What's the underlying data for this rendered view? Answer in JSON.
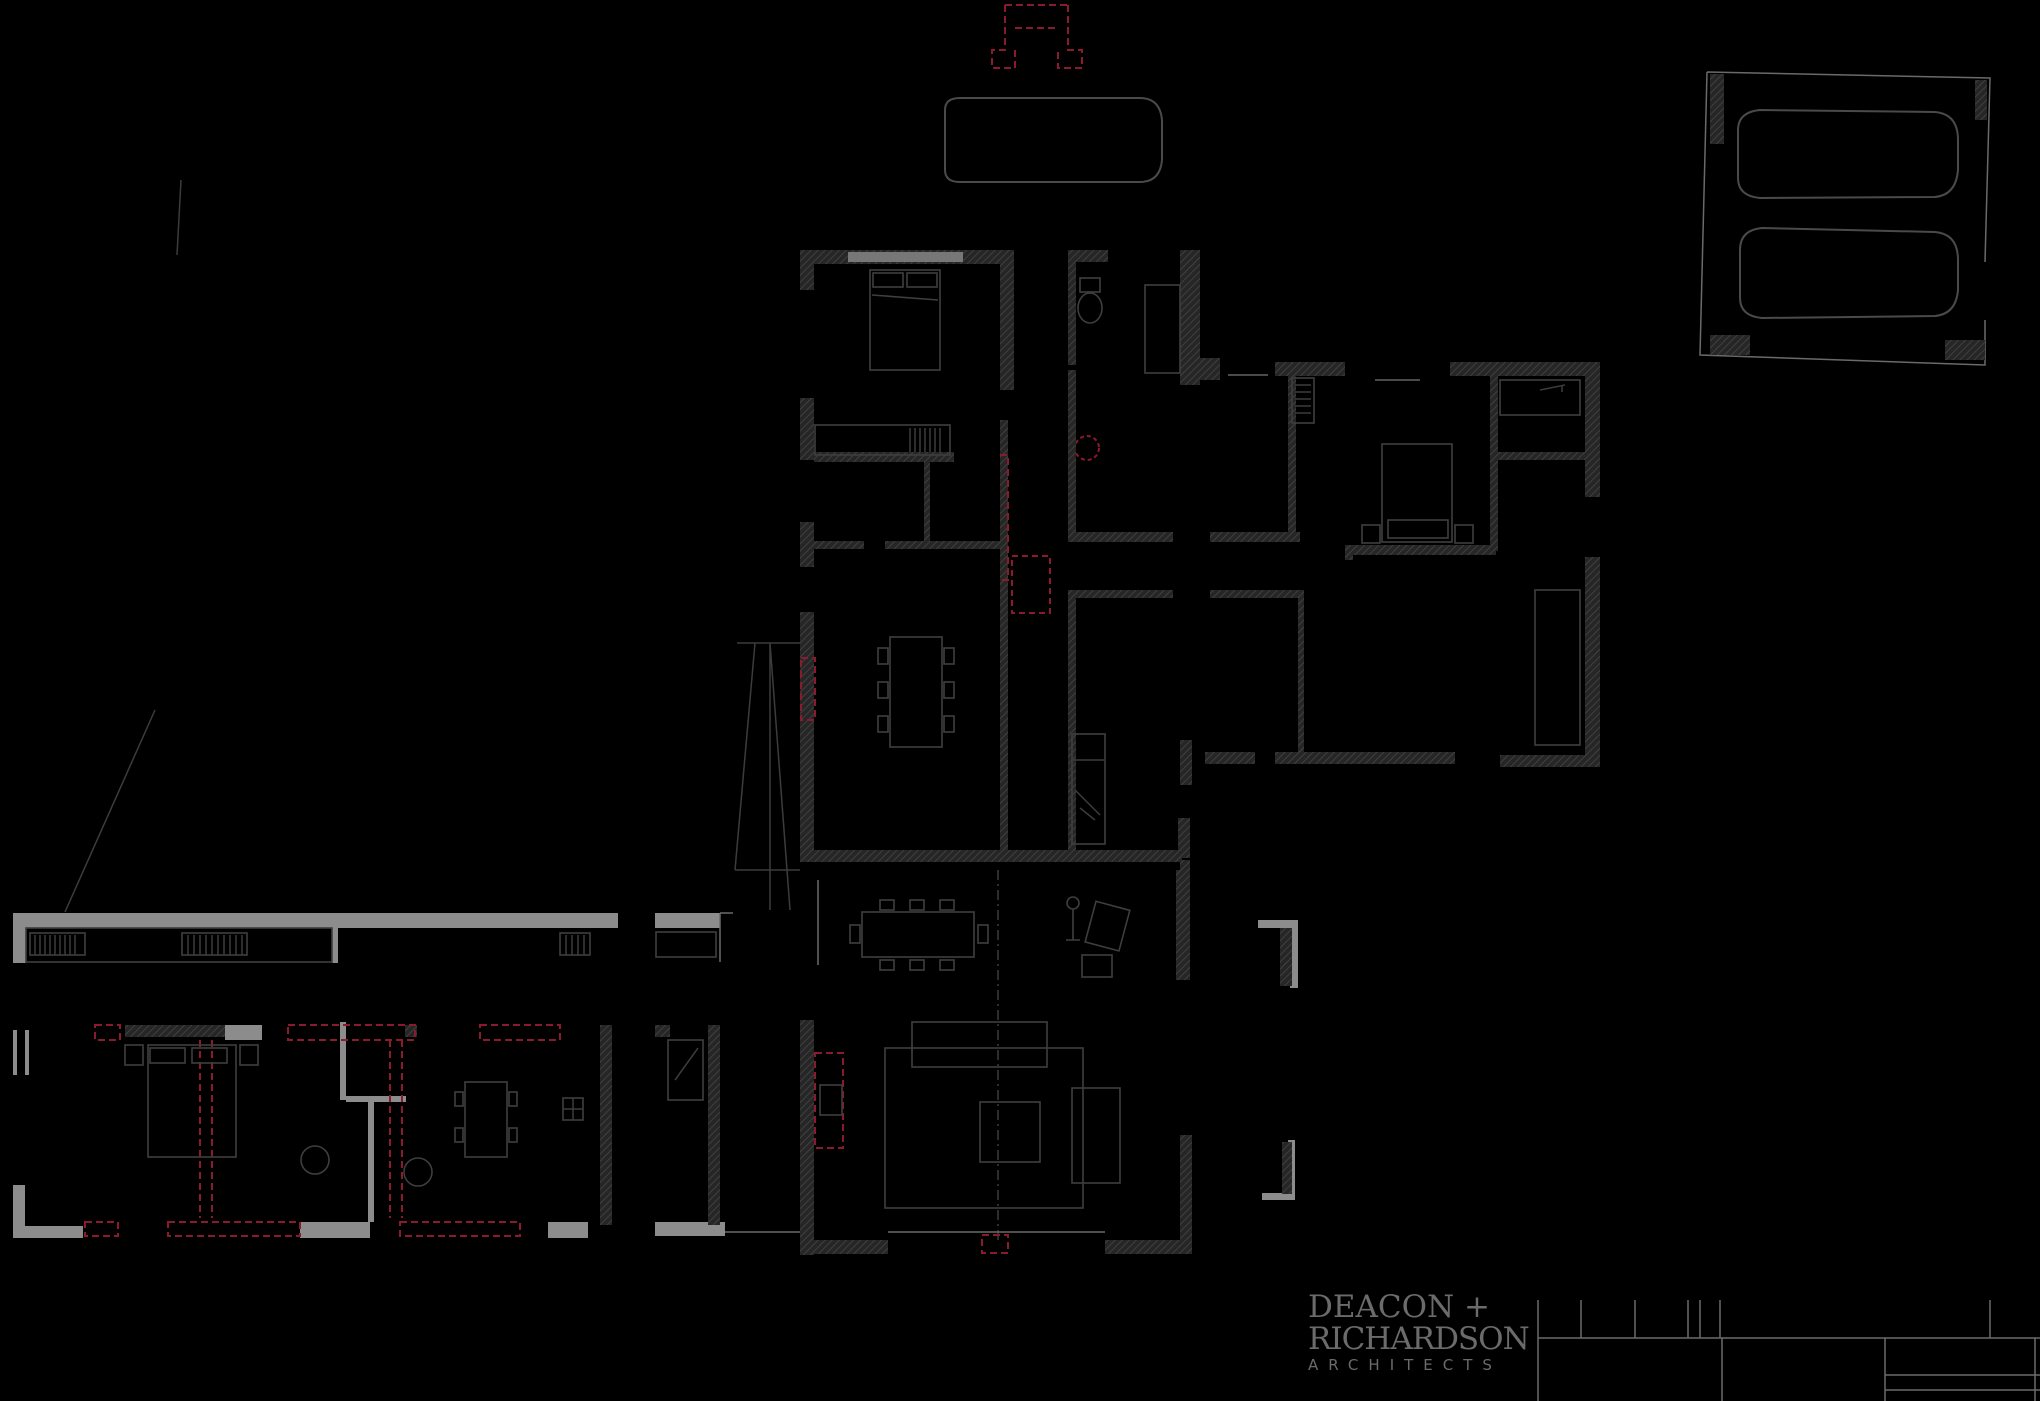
{
  "title_block": {
    "firm_line1": "DEACON +",
    "firm_line2": "RICHARDSON",
    "firm_line3": "ARCHITECTS"
  },
  "colors": {
    "background": "#000000",
    "walls_existing": "#8c8c8c",
    "walls_new": "#3a3a3a",
    "demolition_dashed": "#8a1a2e",
    "linework": "#4a4a4a"
  }
}
